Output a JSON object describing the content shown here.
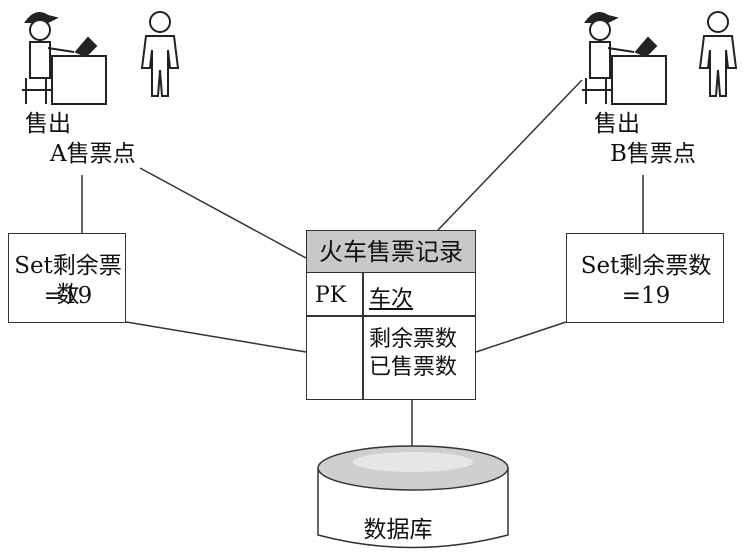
{
  "station_a": {
    "sell_label": "售出",
    "name": "A售票点",
    "box_line1": "Set剩余票数",
    "box_line2": "=19"
  },
  "station_b": {
    "sell_label": "售出",
    "name": "B售票点",
    "box_line1": "Set剩余票数",
    "box_line2": "=19"
  },
  "entity": {
    "title": "火车售票记录",
    "pk_label": "PK",
    "pk_field": "车次",
    "attributes": [
      "剩余票数",
      "已售票数"
    ]
  },
  "database": {
    "label": "数据库"
  },
  "icons": [
    "clerk-at-desk-icon",
    "customer-person-icon",
    "database-cylinder-icon"
  ],
  "colors": {
    "entity_header": "#c8c8c8",
    "stroke": "#333333"
  }
}
